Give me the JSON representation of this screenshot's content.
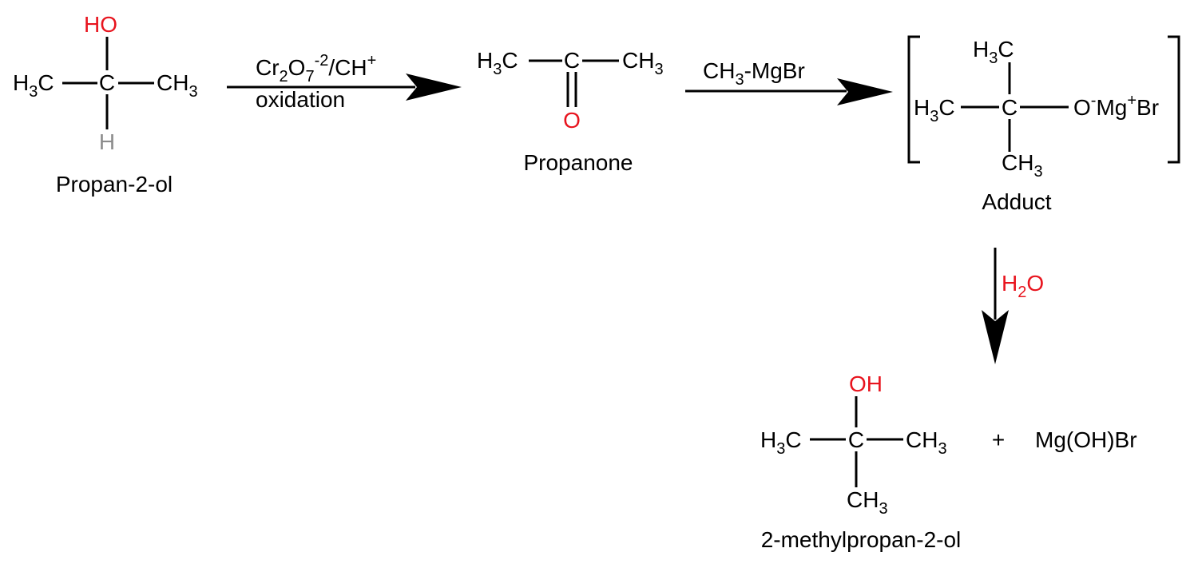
{
  "colors": {
    "ink": "#000000",
    "heteroatom": "#e8141e",
    "hydrogen": "#8c8c8c"
  },
  "reactant": {
    "hydroxyl": "HO",
    "left_group": {
      "main": "H",
      "sub": "3",
      "tail": "C"
    },
    "center": "C",
    "right_group": {
      "main": "CH",
      "sub": "3"
    },
    "hydrogen": "H",
    "name": "Propan-2-ol"
  },
  "step1": {
    "reagent_cr": "Cr",
    "reagent_sub1": "2",
    "reagent_o": "O",
    "reagent_sub2": "7",
    "reagent_sup": "-2",
    "reagent_slash": "/CH",
    "reagent_plus": "+",
    "condition": "oxidation"
  },
  "intermediate": {
    "left_group": {
      "main": "H",
      "sub": "3",
      "tail": "C"
    },
    "center": "C",
    "right_group": {
      "main": "CH",
      "sub": "3"
    },
    "oxygen": "O",
    "name": "Propanone"
  },
  "step2": {
    "reagent_main": "CH",
    "reagent_sub": "3",
    "reagent_tail": "-MgBr"
  },
  "adduct": {
    "top_group": {
      "main": "H",
      "sub": "3",
      "tail": "C"
    },
    "left_group": {
      "main": "H",
      "sub": "3",
      "tail": "C"
    },
    "center": "C",
    "oxygen": "O",
    "o_charge": "-",
    "metal": "Mg",
    "metal_charge": "+",
    "halide": "Br",
    "bottom_group": {
      "main": "CH",
      "sub": "3"
    },
    "name": "Adduct"
  },
  "step3": {
    "reagent_main": "H",
    "reagent_sub": "2",
    "reagent_tail": "O"
  },
  "product": {
    "hydroxyl": "OH",
    "left_group": {
      "main": "H",
      "sub": "3",
      "tail": "C"
    },
    "center": "C",
    "right_group": {
      "main": "CH",
      "sub": "3"
    },
    "bottom_group": {
      "main": "CH",
      "sub": "3"
    },
    "name": "2-methylpropan-2-ol",
    "plus": "+",
    "byproduct": "Mg(OH)Br"
  }
}
